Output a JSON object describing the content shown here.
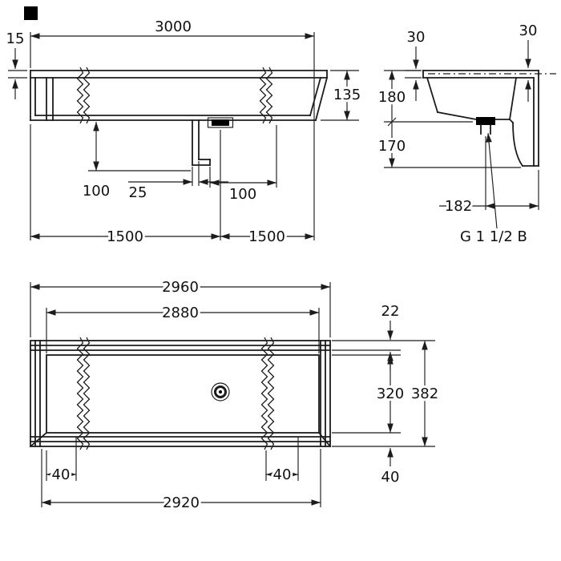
{
  "front_view": {
    "dim_total_width": "3000",
    "dim_rim_height": "15",
    "dim_end_depth": "135",
    "dim_offset_left": "100",
    "dim_bracket_offset": "25",
    "dim_offset_right": "100",
    "dim_half_left": "1500",
    "dim_half_right": "1500"
  },
  "side_view": {
    "dim_front_lip": "30",
    "dim_wall_lip": "30",
    "dim_basin_depth": "180",
    "dim_apron_height": "170",
    "dim_wall_to_drain": "182",
    "drain_thread_label": "G 1 1/2 B"
  },
  "plan_view": {
    "dim_outer_width": "2960",
    "dim_inner_width": "2880",
    "dim_rim_width": "22",
    "dim_basin_depth": "320",
    "dim_total_depth": "382",
    "dim_corner_left": "40",
    "dim_corner_right": "40",
    "dim_bottom_edge": "40",
    "dim_fixing_width": "2920"
  }
}
